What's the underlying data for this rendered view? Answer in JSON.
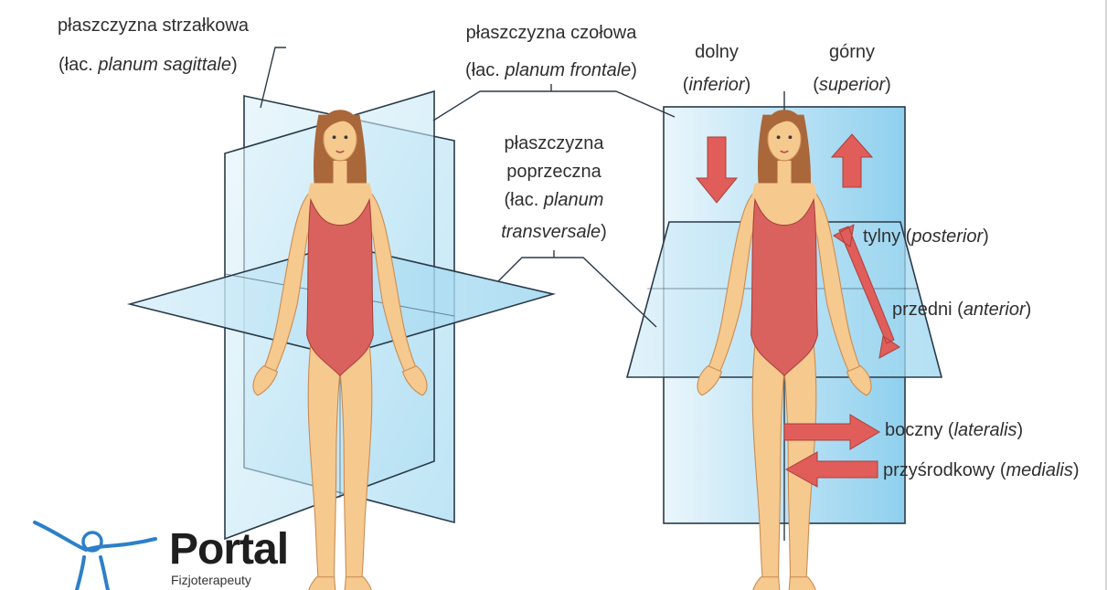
{
  "labels": {
    "sagittal_1": "płaszczyzna strzałkowa",
    "sagittal_2_prefix": "(łac. ",
    "sagittal_2_italic": "planum sagittale",
    "sagittal_2_suffix": ")",
    "frontal_1": "płaszczyzna czołowa",
    "frontal_2_prefix": "(łac. ",
    "frontal_2_italic": "planum frontale",
    "frontal_2_suffix": ")",
    "transverse_1": "płaszczyzna",
    "transverse_2": "poprzeczna",
    "transverse_3_prefix": "(łac. ",
    "transverse_3_italic": "planum",
    "transverse_4_italic": "transversale",
    "transverse_4_suffix": ")",
    "inferior_1": "dolny",
    "inferior_2_prefix": "(",
    "inferior_2_italic": "inferior",
    "inferior_2_suffix": ")",
    "superior_1": "górny",
    "superior_2_prefix": "(",
    "superior_2_italic": "superior",
    "superior_2_suffix": ")",
    "posterior_prefix": "tylny (",
    "posterior_italic": "posterior",
    "posterior_suffix": ")",
    "anterior_prefix": "przedni (",
    "anterior_italic": "anterior",
    "anterior_suffix": ")",
    "lateral_prefix": "boczny (",
    "lateral_italic": "lateralis",
    "lateral_suffix": ")",
    "medial_prefix": "przyśrodkowy (",
    "medial_italic": "medialis",
    "medial_suffix": ")"
  },
  "brand": {
    "name": "Portal",
    "subtitle": "Fizjoterapeuty"
  },
  "colors": {
    "plane_fill": "#cfeaf7",
    "plane_fill_deep": "#8fd0ee",
    "plane_stroke": "#2a3a48",
    "skin": "#f6c98e",
    "skin_shadow": "#e8a96c",
    "swimsuit": "#d9625e",
    "hair": "#a9673a",
    "arrow": "#e05d5a",
    "logo_blue": "#2d7fc9"
  }
}
